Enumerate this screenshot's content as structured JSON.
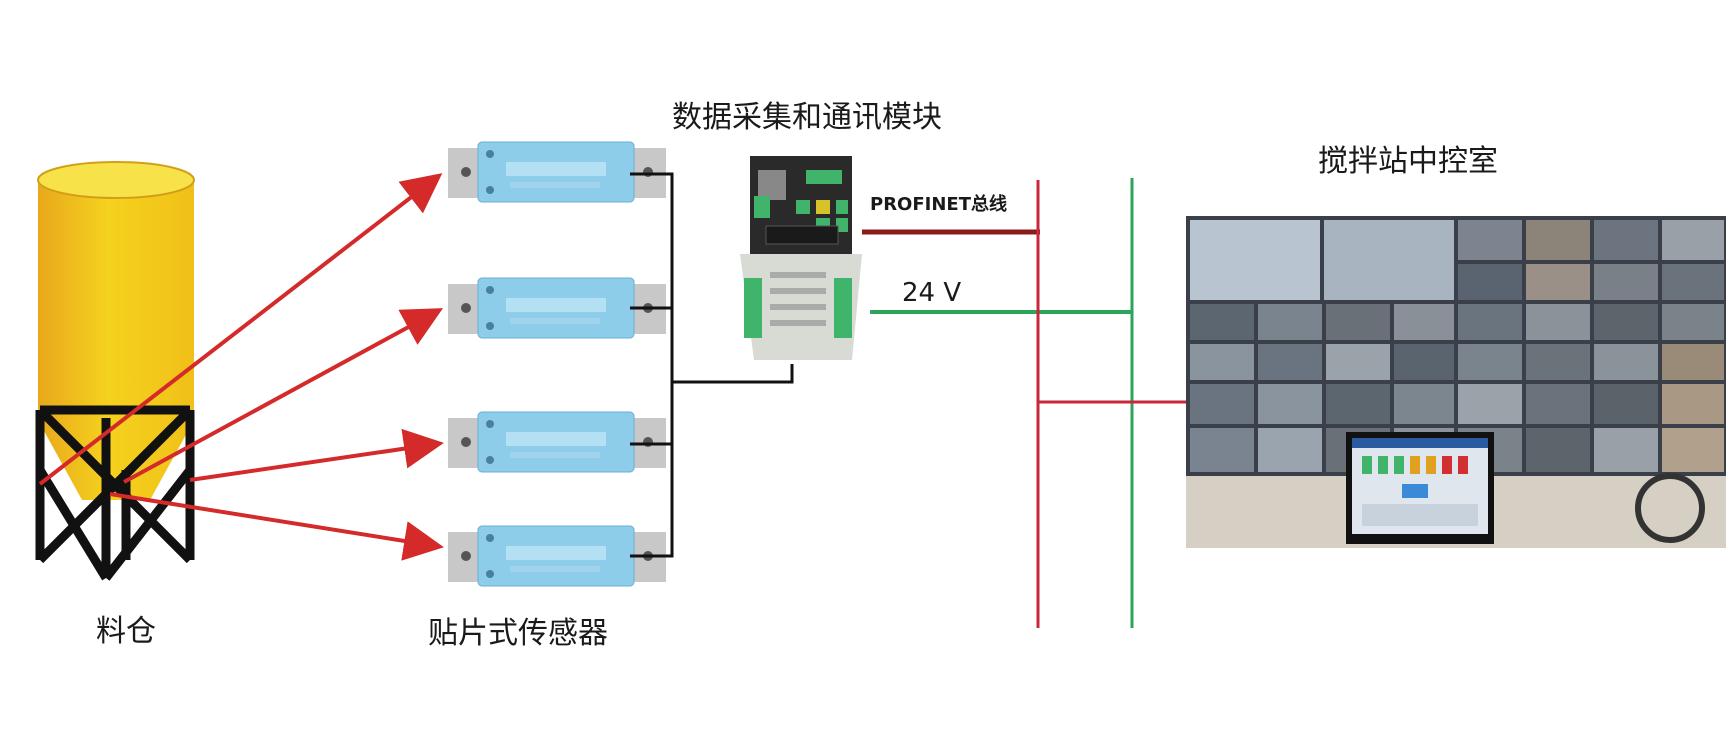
{
  "labels": {
    "silo": "料仓",
    "sensors": "贴片式传感器",
    "module": "数据采集和通讯模块",
    "control_room": "搅拌站中控室",
    "bus": "PROFINET总线",
    "voltage": "24 V"
  },
  "colors": {
    "silo_fill": "#f5d21e",
    "silo_dark": "#e0a81a",
    "arrow": "#d42a2a",
    "bus_line": "#8b1a1a",
    "bus_red": "#c8283c",
    "power_green": "#2ea35a",
    "sensor_blue": "#8ecdea",
    "sensor_end": "#c8c8c8",
    "wire": "#111111",
    "module_body": "#2a2a2a",
    "module_green": "#3fb46a",
    "screen_bg": "#3a3f4a"
  },
  "sensor_count": 4
}
